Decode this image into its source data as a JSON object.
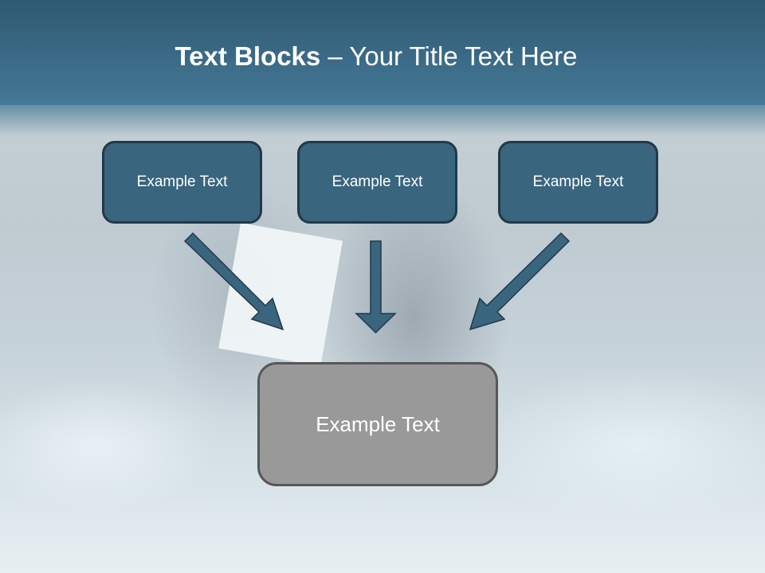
{
  "slide": {
    "title": {
      "bold": "Text Blocks",
      "separator": " – ",
      "regular": "Your Title Text Here"
    },
    "top_boxes": [
      {
        "label": "Example Text"
      },
      {
        "label": "Example Text"
      },
      {
        "label": "Example Text"
      }
    ],
    "bottom_box": {
      "label": "Example Text"
    },
    "arrows": [
      {
        "direction": "down-right"
      },
      {
        "direction": "down"
      },
      {
        "direction": "down-left"
      }
    ],
    "colors": {
      "header": "#3b6a86",
      "box_fill": "#3a657e",
      "box_border": "#22394a",
      "bottom_box_fill": "#999999",
      "bottom_box_border": "#575757",
      "arrow_fill": "#3a657e"
    }
  }
}
